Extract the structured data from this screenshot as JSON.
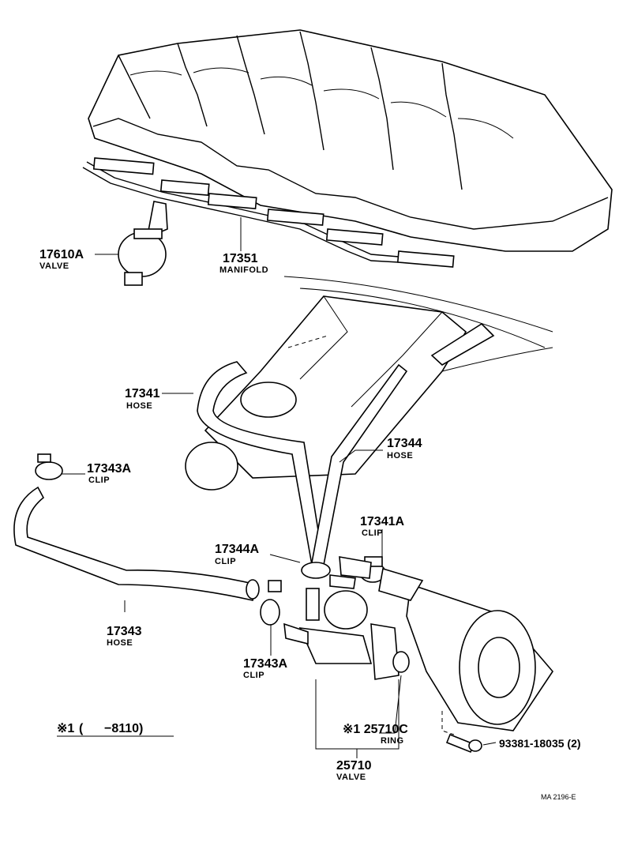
{
  "diagram": {
    "ref_code": "MA 2196-E",
    "footnote": {
      "mark": "※1",
      "range": "(      −8110)"
    },
    "parts": [
      {
        "id": "p17610A",
        "number": "17610A",
        "name": "VALVE"
      },
      {
        "id": "p17351",
        "number": "17351",
        "name": "MANIFOLD"
      },
      {
        "id": "p17341",
        "number": "17341",
        "name": "HOSE"
      },
      {
        "id": "p17344",
        "number": "17344",
        "name": "HOSE"
      },
      {
        "id": "p17343A_top",
        "number": "17343A",
        "name": "CLIP"
      },
      {
        "id": "p17341A",
        "number": "17341A",
        "name": "CLIP"
      },
      {
        "id": "p17344A",
        "number": "17344A",
        "name": "CLIP"
      },
      {
        "id": "p17343",
        "number": "17343",
        "name": "HOSE"
      },
      {
        "id": "p17343A_bottom",
        "number": "17343A",
        "name": "CLIP"
      },
      {
        "id": "p25710C",
        "number": "※1 25710C",
        "name": "RING"
      },
      {
        "id": "p25710",
        "number": "25710",
        "name": "VALVE"
      },
      {
        "id": "p93381",
        "number": "93381-18035 (2)",
        "name": ""
      }
    ]
  }
}
